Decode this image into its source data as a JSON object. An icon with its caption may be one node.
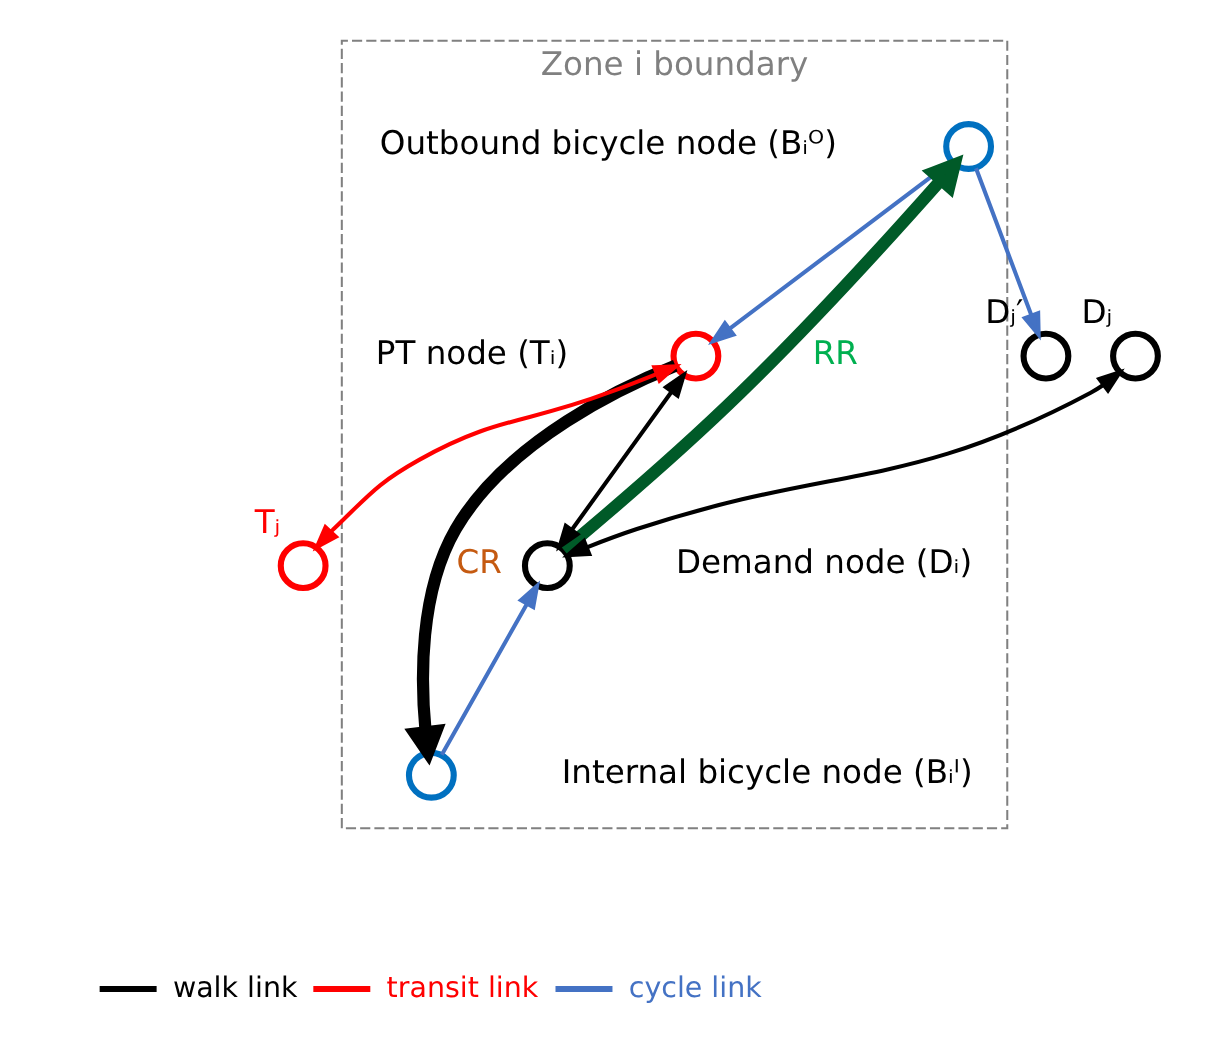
{
  "diagram": {
    "nodes": [
      {
        "text": [
          "Zone i boundary"
        ]
      },
      {
        "text": [],
        "shape": "circle",
        "beside": [
          "Dⱼ"
        ]
      },
      {
        "text": [],
        "shape": "circle",
        "beside": [
          "Dⱼ′"
        ]
      },
      {
        "text": [],
        "shape": "circle",
        "in": 0,
        "beside": [
          "Outbound bicycle node (Bᵢᴼ)"
        ]
      },
      {
        "text": [],
        "shape": "circle",
        "beside": [
          "Tⱼ"
        ]
      },
      {
        "text": [],
        "shape": "circle",
        "in": 0,
        "beside": [
          "PT node (Tᵢ)"
        ]
      },
      {
        "text": [],
        "shape": "circle",
        "in": 0,
        "beside": [
          "Demand node (Dᵢ)"
        ]
      },
      {
        "text": [],
        "shape": "circle",
        "in": 0,
        "beside": [
          "Internal bicycle node (Bᵢᴵ)"
        ]
      }
    ],
    "edges": [
      {
        "from": 6,
        "to": 1,
        "arrow": "both"
      },
      {
        "from": 3,
        "to": 2,
        "arrow": "to",
        "color": "#4472c4"
      },
      {
        "from": 3,
        "to": 5,
        "arrow": "to",
        "color": "#4472c4"
      },
      {
        "from": 5,
        "to": 4,
        "arrow": "both",
        "color": "#ff0000"
      },
      {
        "from": 5,
        "to": 6,
        "arrow": "both"
      },
      {
        "from": 6,
        "to": 3,
        "arrow": "to",
        "label": "RR",
        "style": "thick",
        "color": "#005a28"
      },
      {
        "from": 5,
        "to": 7,
        "arrow": "to",
        "label": "CR",
        "style": "thick"
      },
      {
        "from": 7,
        "to": 6,
        "arrow": "to",
        "color": "#4472c4"
      }
    ],
    "legend": [
      {
        "text": "walk link",
        "color": "#000000"
      },
      {
        "text": "transit link",
        "color": "#ff0000"
      },
      {
        "text": "cycle link",
        "color": "#4472c4"
      }
    ]
  }
}
